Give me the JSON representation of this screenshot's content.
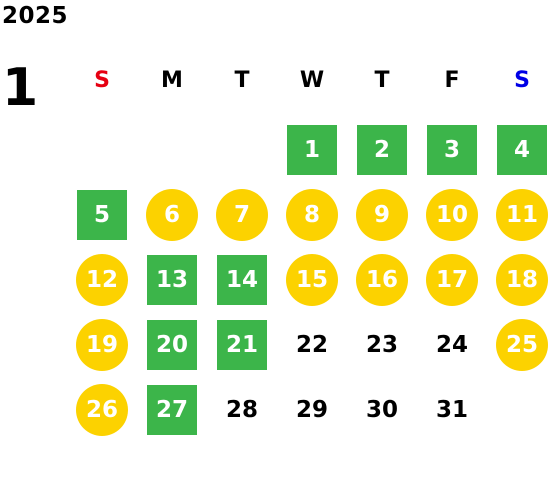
{
  "calendar": {
    "year": "2025",
    "month": "1",
    "weekdays": [
      {
        "label": "S",
        "color": "#e60012"
      },
      {
        "label": "M",
        "color": "#000000"
      },
      {
        "label": "T",
        "color": "#000000"
      },
      {
        "label": "W",
        "color": "#000000"
      },
      {
        "label": "T",
        "color": "#000000"
      },
      {
        "label": "F",
        "color": "#000000"
      },
      {
        "label": "S",
        "color": "#0000e6"
      }
    ],
    "legend_colors": {
      "green": "#3cb54a",
      "yellow": "#fcd200"
    },
    "days": [
      {
        "day": "1",
        "style": "green"
      },
      {
        "day": "2",
        "style": "green"
      },
      {
        "day": "3",
        "style": "green"
      },
      {
        "day": "4",
        "style": "green"
      },
      {
        "day": "5",
        "style": "green"
      },
      {
        "day": "6",
        "style": "yellow"
      },
      {
        "day": "7",
        "style": "yellow"
      },
      {
        "day": "8",
        "style": "yellow"
      },
      {
        "day": "9",
        "style": "yellow"
      },
      {
        "day": "10",
        "style": "yellow"
      },
      {
        "day": "11",
        "style": "yellow"
      },
      {
        "day": "12",
        "style": "yellow"
      },
      {
        "day": "13",
        "style": "green"
      },
      {
        "day": "14",
        "style": "green"
      },
      {
        "day": "15",
        "style": "yellow"
      },
      {
        "day": "16",
        "style": "yellow"
      },
      {
        "day": "17",
        "style": "yellow"
      },
      {
        "day": "18",
        "style": "yellow"
      },
      {
        "day": "19",
        "style": "yellow"
      },
      {
        "day": "20",
        "style": "green"
      },
      {
        "day": "21",
        "style": "green"
      },
      {
        "day": "22",
        "style": "plain"
      },
      {
        "day": "23",
        "style": "plain"
      },
      {
        "day": "24",
        "style": "plain"
      },
      {
        "day": "25",
        "style": "yellow"
      },
      {
        "day": "26",
        "style": "yellow"
      },
      {
        "day": "27",
        "style": "green"
      },
      {
        "day": "28",
        "style": "plain"
      },
      {
        "day": "29",
        "style": "plain"
      },
      {
        "day": "30",
        "style": "plain"
      },
      {
        "day": "31",
        "style": "plain"
      }
    ]
  }
}
